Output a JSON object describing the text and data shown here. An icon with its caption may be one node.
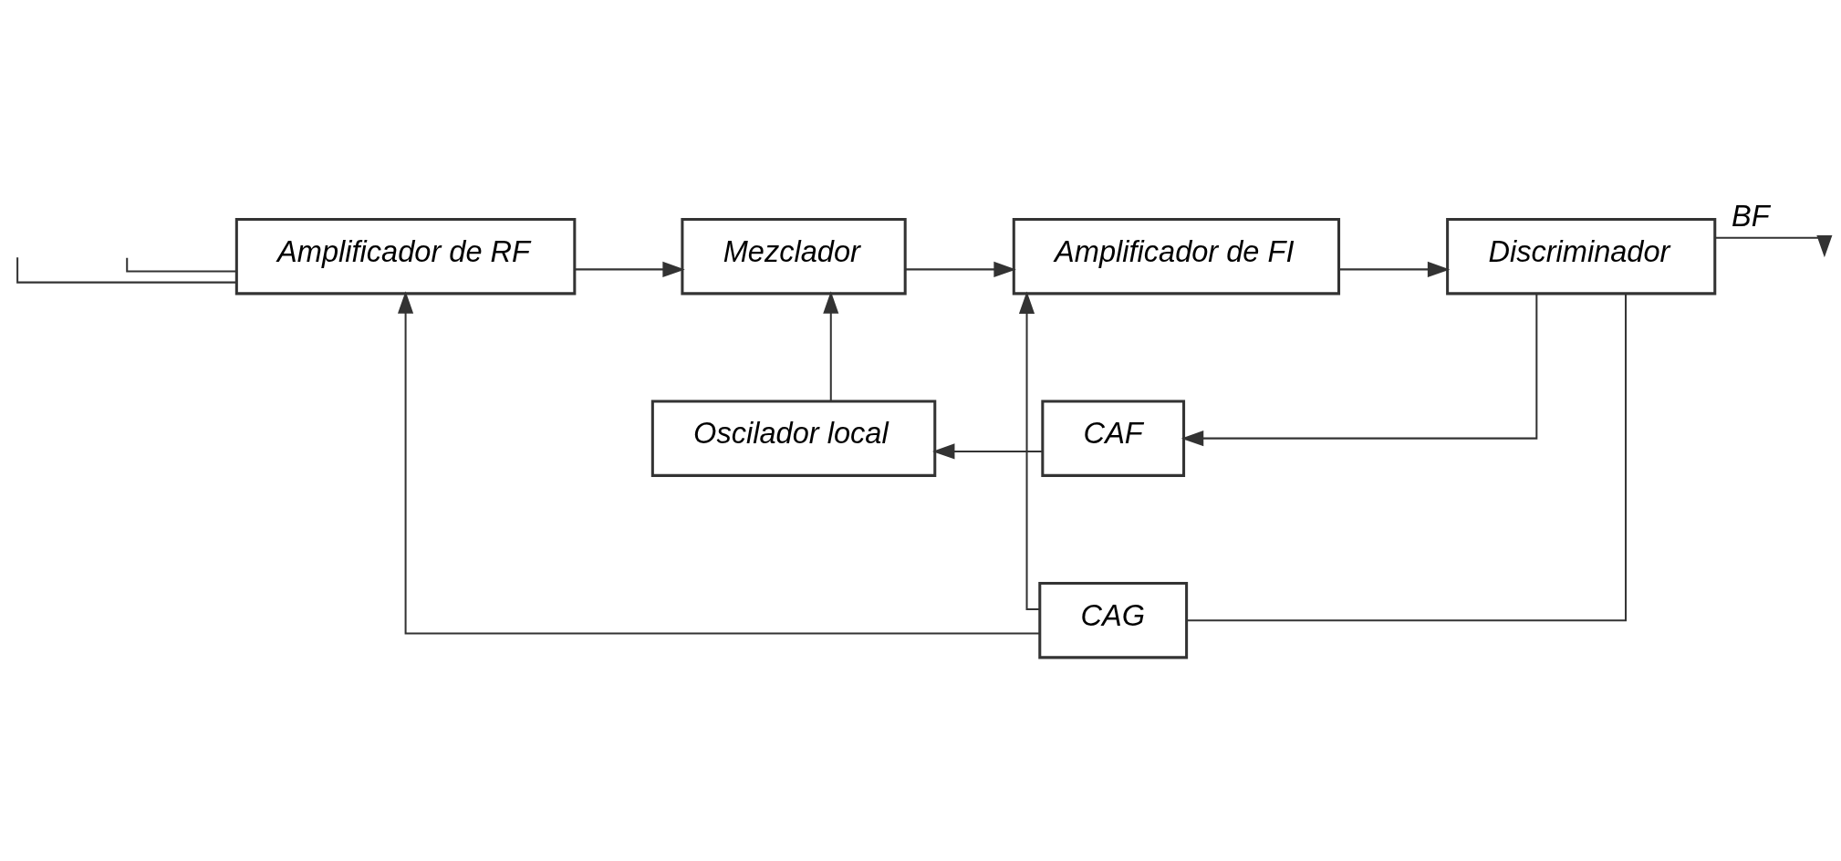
{
  "diagram": {
    "nodes": [
      {
        "text": [
          "Amplificador de RF"
        ]
      },
      {
        "text": [
          "Mezclador"
        ]
      },
      {
        "text": [
          "Amplificador de FI"
        ]
      },
      {
        "text": [
          "Discriminador"
        ]
      },
      {
        "text": [
          "Oscilador local"
        ]
      },
      {
        "text": [
          "CAF"
        ]
      },
      {
        "text": [
          "CAG"
        ]
      }
    ],
    "edges": [
      {
        "from": null,
        "to": 0,
        "arrow": "none"
      },
      {
        "from": null,
        "to": 0,
        "arrow": "none"
      },
      {
        "from": 0,
        "to": 1,
        "arrow": "to"
      },
      {
        "from": 1,
        "to": 2,
        "arrow": "to"
      },
      {
        "from": 2,
        "to": 3,
        "arrow": "to"
      },
      {
        "from": 3,
        "to": null,
        "arrow": "to",
        "label": "BF"
      },
      {
        "from": 4,
        "to": 1,
        "arrow": "to"
      },
      {
        "from": 3,
        "to": 5,
        "arrow": "to"
      },
      {
        "from": 5,
        "to": 4,
        "arrow": "to"
      },
      {
        "from": 3,
        "to": 6,
        "arrow": "none"
      },
      {
        "from": 6,
        "to": 0,
        "arrow": "to"
      },
      {
        "from": 6,
        "to": 2,
        "arrow": "to"
      }
    ]
  }
}
